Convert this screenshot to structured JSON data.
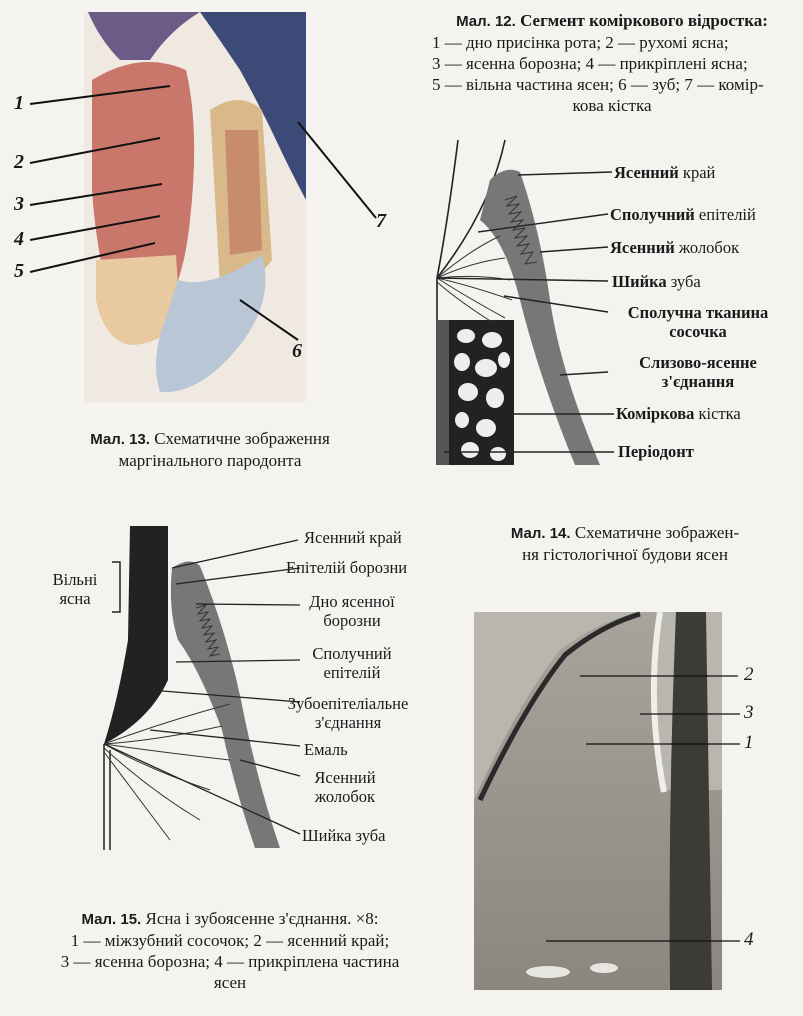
{
  "fig12": {
    "caption_label": "Мал. 12.",
    "caption_title": "Сегмент коміркового відростка:",
    "caption_lines": [
      "1 — дно присінка рота; 2 — рухомі ясна;",
      "3 — ясенна борозна; 4 — прикріплені ясна;",
      "5 — вільна частина ясен; 6 — зуб; 7 — комір-",
      "кова кістка"
    ],
    "numbers": [
      "1",
      "2",
      "3",
      "4",
      "5",
      "6",
      "7"
    ]
  },
  "fig13": {
    "caption_label": "Мал. 13.",
    "caption_text": "Схематичне зображення",
    "caption_line2": "маргінального пародонта",
    "labels": [
      {
        "bold": "Ясенний",
        "rest": " край"
      },
      {
        "bold": "Сполучний",
        "rest": " епітелій"
      },
      {
        "bold": "Ясенний",
        "rest": " жолобок"
      },
      {
        "bold": "Шийка",
        "rest": " зуба"
      },
      {
        "bold": "Сполучна тканина",
        "rest": ""
      },
      {
        "bold": "сосочка",
        "rest": ""
      },
      {
        "bold": "Слизово-ясенне",
        "rest": ""
      },
      {
        "bold": "з'єднання",
        "rest": ""
      },
      {
        "bold": "Коміркова",
        "rest": " кістка"
      },
      {
        "bold": "Періодонт",
        "rest": ""
      }
    ]
  },
  "fig14": {
    "caption_label": "Мал. 14.",
    "caption_text": "Схематичне зображен-",
    "caption_line2": "ня гістологічної будови ясен",
    "numbers": [
      "2",
      "3",
      "1",
      "4"
    ]
  },
  "fig15": {
    "caption_label": "Мал. 15.",
    "caption_text": "Ясна і зубоясенне з'єднання. ×8:",
    "caption_lines": [
      "1 — міжзубний сосочок; 2 — ясенний край;",
      "3 — ясенна борозна; 4 — прикріплена частина",
      "ясен"
    ],
    "left_label": [
      "Вільні",
      "ясна"
    ],
    "labels": [
      "Ясенний край",
      "Епітелій борозни",
      "Дно ясенної",
      "борозни",
      "Сполучний",
      "епітелій",
      "Зубоепітеліальне",
      "з'єднання",
      "Емаль",
      "Ясенний",
      "жолобок",
      "Шийка зуба"
    ]
  },
  "colors": {
    "paper": "#f4f3ef",
    "gum_red": "#c9776b",
    "enamel_blue": "#b8c6d6",
    "bone_navy": "#3c4a78",
    "diagram_gray": "#777777",
    "photo_gray": "#9a968e"
  }
}
